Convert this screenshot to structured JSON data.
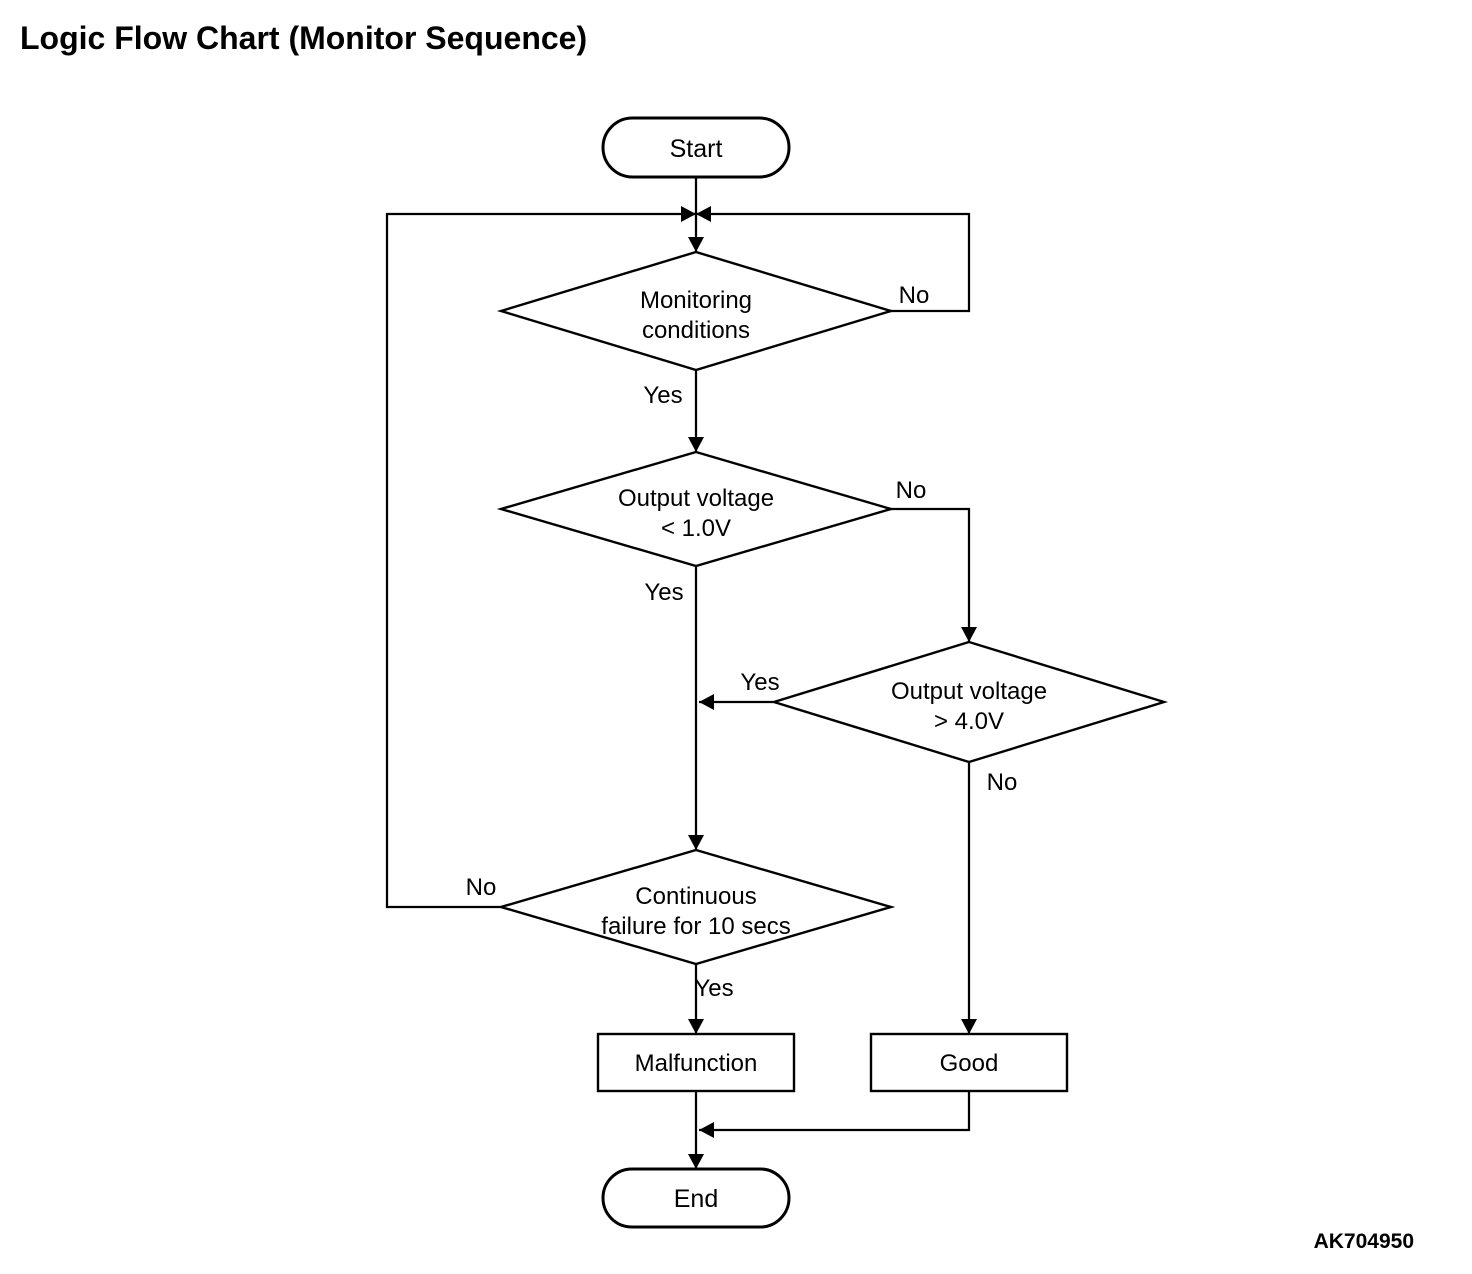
{
  "title": "Logic Flow Chart (Monitor Sequence)",
  "figure_code": "AK704950",
  "colors": {
    "line": "#000000",
    "background": "#ffffff"
  },
  "flowchart": {
    "start": {
      "label": "Start"
    },
    "monitoring": {
      "line1": "Monitoring",
      "line2": "conditions",
      "yes_label": "Yes",
      "no_label": "No"
    },
    "voltage_low": {
      "line1": "Output voltage",
      "line2": "< 1.0V",
      "yes_label": "Yes",
      "no_label": "No"
    },
    "voltage_high": {
      "line1": "Output voltage",
      "line2": "> 4.0V",
      "yes_label": "Yes",
      "no_label": "No"
    },
    "continuous_failure": {
      "line1": "Continuous",
      "line2": "failure for 10 secs",
      "yes_label": "Yes",
      "no_label": "No"
    },
    "malfunction": {
      "label": "Malfunction"
    },
    "good": {
      "label": "Good"
    },
    "end": {
      "label": "End"
    }
  }
}
